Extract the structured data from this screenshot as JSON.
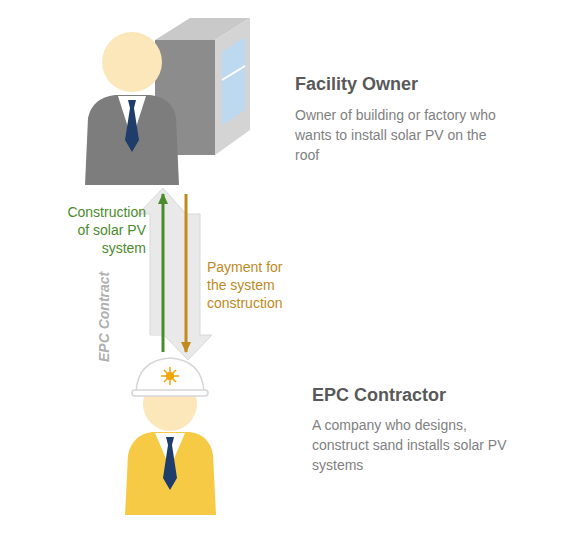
{
  "diagram": {
    "nodes": [
      {
        "text": [
          "Facility Owner",
          "Owner of building or factory who wants to install solar PV on the roof"
        ]
      },
      {
        "text": [
          "EPC Contractor",
          "A company who designs, construct sand installs solar PV systems"
        ]
      }
    ],
    "edges": [
      {
        "from": 1,
        "to": 0,
        "label": "Construction of solar PV system",
        "arrow": "to"
      },
      {
        "from": 0,
        "to": 1,
        "label": "Payment for the system construction",
        "arrow": "to"
      }
    ],
    "labels": [
      "EPC Contract"
    ]
  }
}
